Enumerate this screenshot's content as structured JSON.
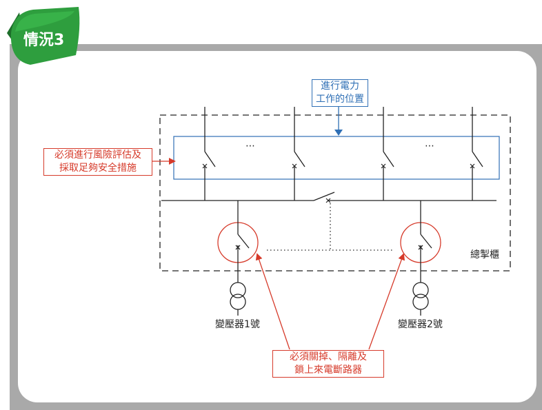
{
  "tab": {
    "label": "情況3"
  },
  "notes": {
    "power_work": [
      "進行電力",
      "工作的位置"
    ],
    "risk_assessment": [
      "必須進行風險評估及",
      "採取足夠安全措施"
    ],
    "switch_off": [
      "必須關掉、隔離及",
      "鎖上來電斷路器"
    ]
  },
  "labels": {
    "main_panel": "總掣櫃",
    "transformer_1": "變壓器1號",
    "transformer_2": "變壓器2號",
    "ellipsis": "⋯"
  },
  "colors": {
    "tab_green": "#2e9e3e",
    "frame_gray": "#a9a9a9",
    "blue": "#2f6fb5",
    "red": "#d63a2a"
  }
}
